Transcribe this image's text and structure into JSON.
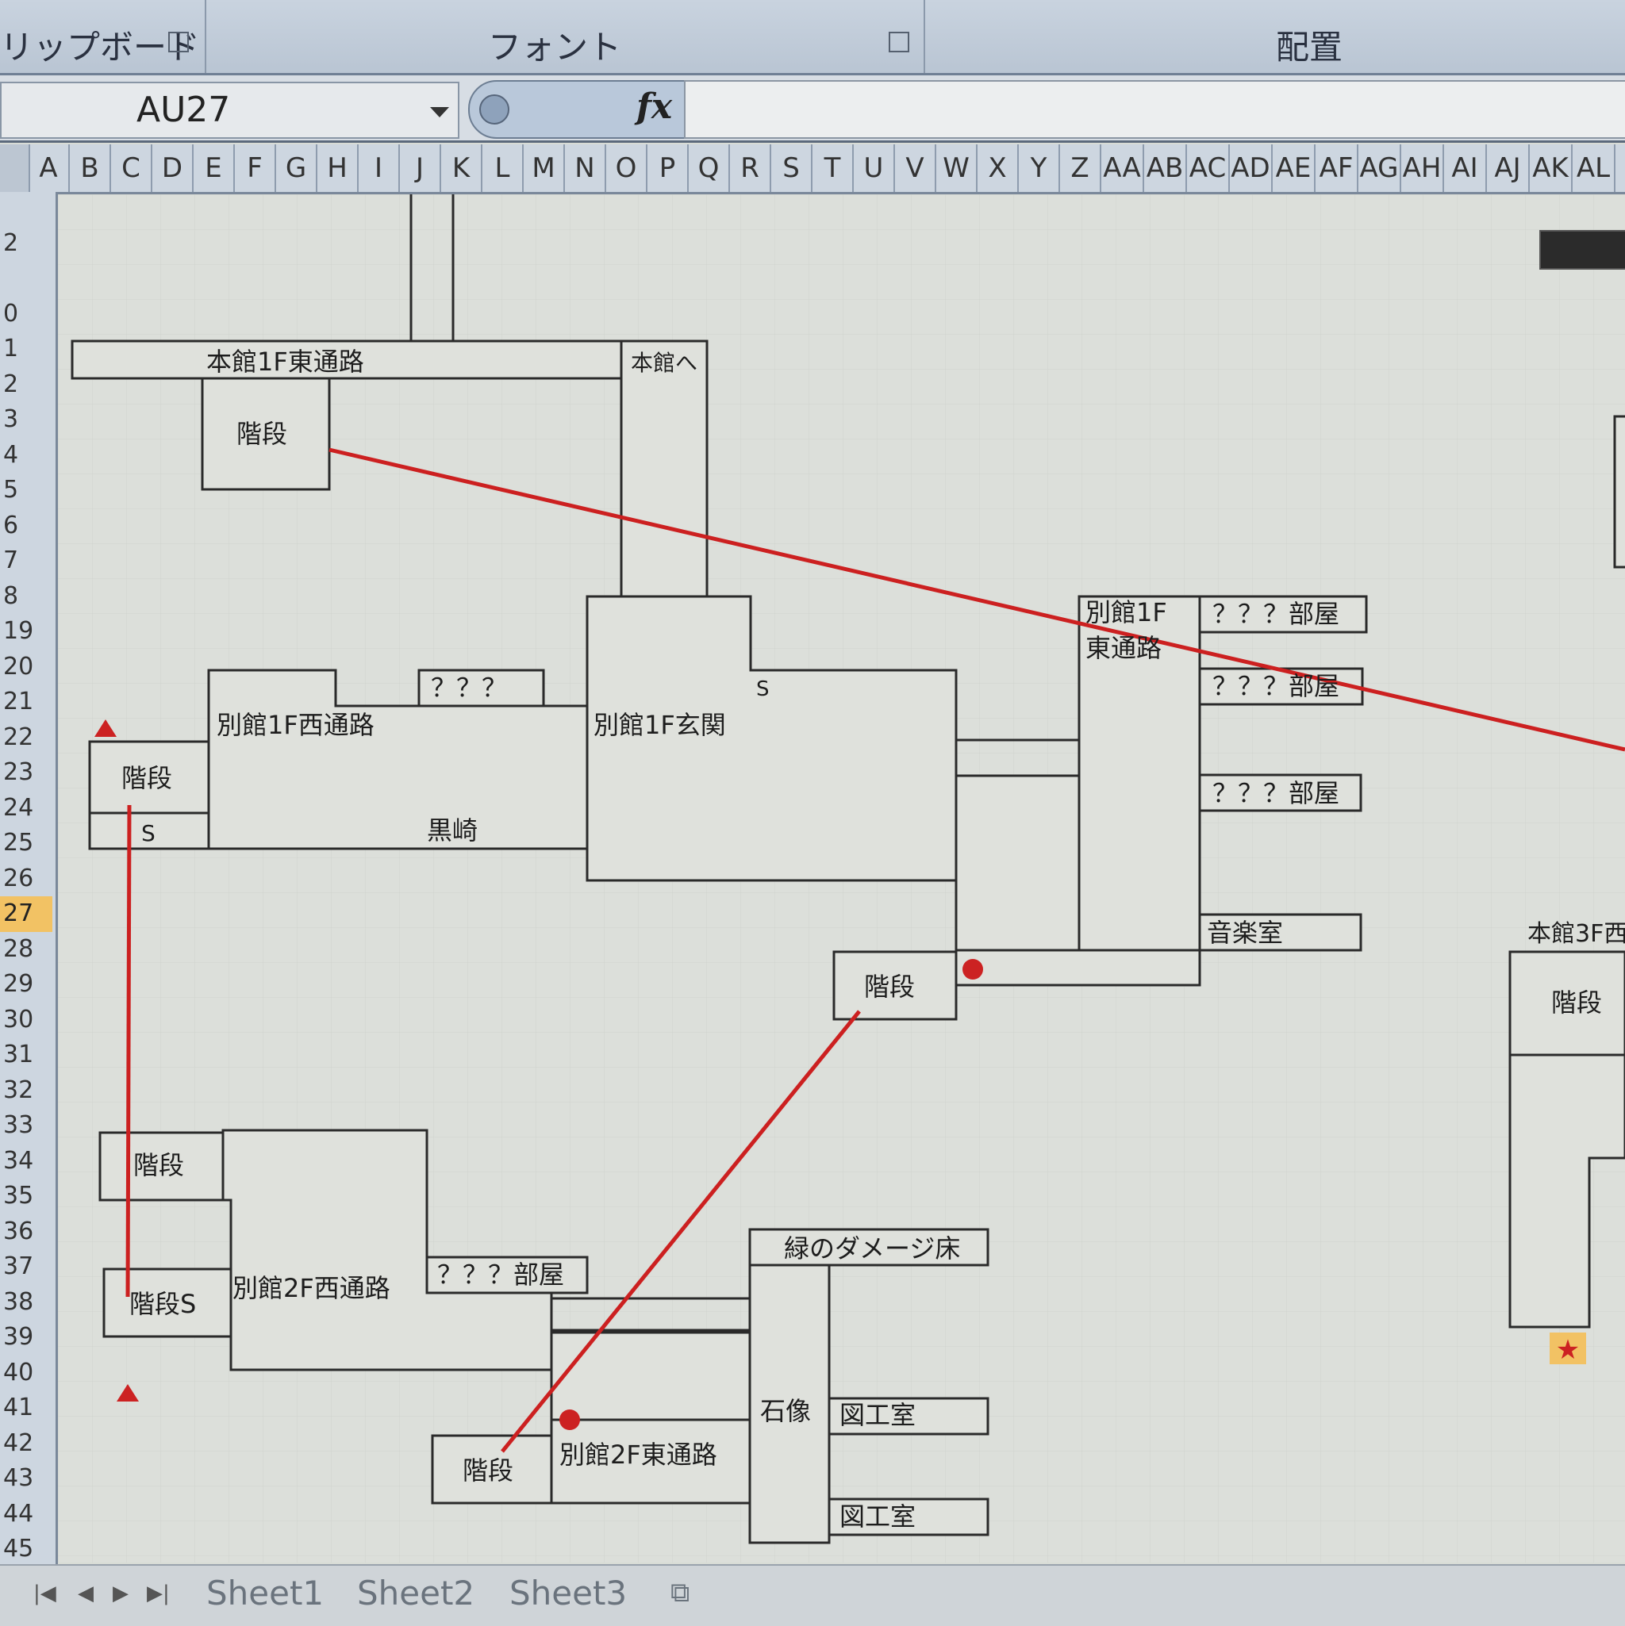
{
  "ribbon": {
    "clipboard_label": "リップボード",
    "font_label": "フォント",
    "alignment_label": "配置"
  },
  "formula_bar": {
    "name_box_value": "AU27",
    "fx_label": "fx",
    "formula_value": ""
  },
  "columns": [
    "A",
    "B",
    "C",
    "D",
    "E",
    "F",
    "G",
    "H",
    "I",
    "J",
    "K",
    "L",
    "M",
    "N",
    "O",
    "P",
    "Q",
    "R",
    "S",
    "T",
    "U",
    "V",
    "W",
    "X",
    "Y",
    "Z",
    "AA",
    "AB",
    "AC",
    "AD",
    "AE",
    "AF",
    "AG",
    "AH",
    "AI",
    "AJ",
    "AK",
    "AL"
  ],
  "rows": [
    "",
    "2",
    "",
    "0",
    "1",
    "2",
    "3",
    "4",
    "5",
    "6",
    "7",
    "8",
    "19",
    "20",
    "21",
    "22",
    "23",
    "24",
    "25",
    "26",
    "27",
    "28",
    "29",
    "30",
    "31",
    "32",
    "33",
    "34",
    "35",
    "36",
    "37",
    "38",
    "39",
    "40",
    "41",
    "42",
    "43",
    "44",
    "45"
  ],
  "active_row": "27",
  "map": {
    "honkan_1f_east": "本館1F東通路",
    "to_honkan": "本館へ",
    "stairs": "階段",
    "bekkan_1f_east": "別館1F\n東通路",
    "unknown_room": "？？？部屋",
    "unknown_short": "？？？",
    "bekkan_1f_west": "別館1F西通路",
    "bekkan_1f_entrance": "別館1F玄関",
    "s_mark": "S",
    "kurosaki": "黒崎",
    "music_room": "音楽室",
    "honkan_3f_west": "本館3F西",
    "stairs_s": "階段S",
    "bekkan_2f_west": "別館2F西通路",
    "green_damage_floor": "緑のダメージ床",
    "statue": "石像",
    "art_room": "図工室",
    "bekkan_2f_east": "別館2F東通路",
    "star": "★",
    "colors": {
      "line_red": "#cc2020",
      "marker_red": "#cc2222",
      "star_bg": "#f2c264"
    }
  },
  "sheet_tabs": [
    "Sheet1",
    "Sheet2",
    "Sheet3"
  ]
}
